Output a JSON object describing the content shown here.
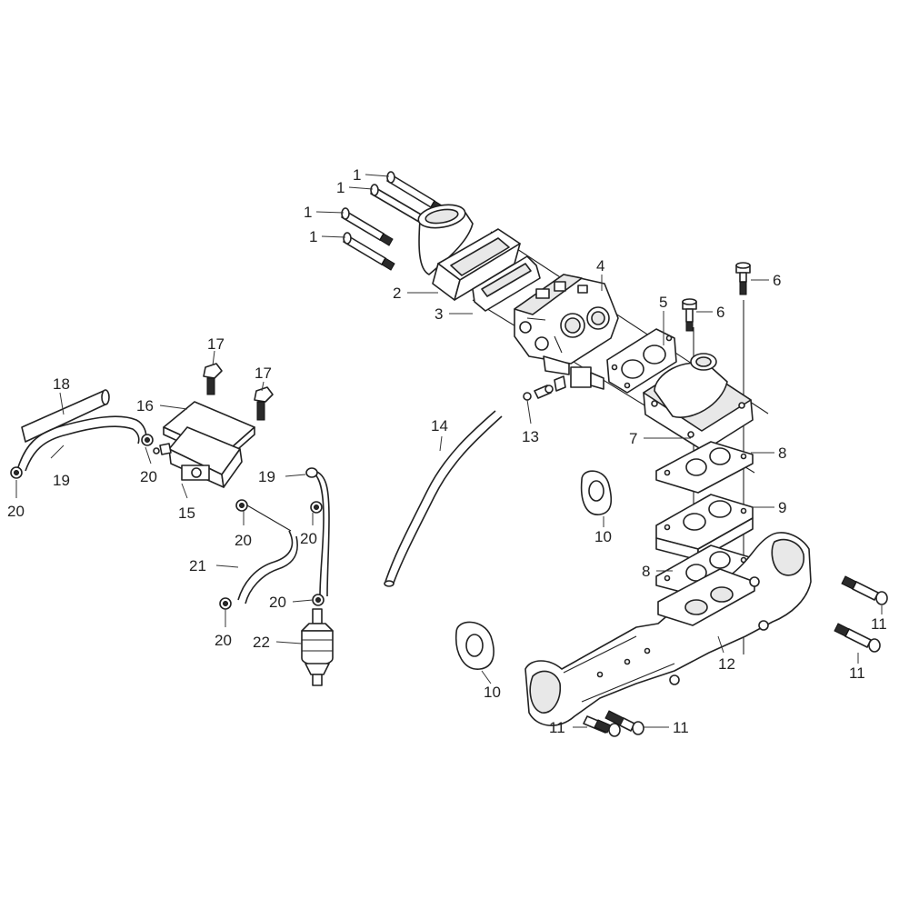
{
  "callouts": {
    "c1a": "1",
    "c1b": "1",
    "c1c": "1",
    "c1d": "1",
    "c2": "2",
    "c3": "3",
    "c4": "4",
    "c5": "5",
    "c6a": "6",
    "c6b": "6",
    "c7": "7",
    "c8a": "8",
    "c8b": "8",
    "c9": "9",
    "c10a": "10",
    "c10b": "10",
    "c11a": "11",
    "c11b": "11",
    "c11c": "11",
    "c11d": "11",
    "c12": "12",
    "c13": "13",
    "c14": "14",
    "c15": "15",
    "c16": "16",
    "c17a": "17",
    "c17b": "17",
    "c18": "18",
    "c19a": "19",
    "c19b": "19",
    "c20a": "20",
    "c20b": "20",
    "c20c": "20",
    "c20d": "20",
    "c20e": "20",
    "c20f": "20",
    "c21": "21",
    "c22": "22"
  }
}
